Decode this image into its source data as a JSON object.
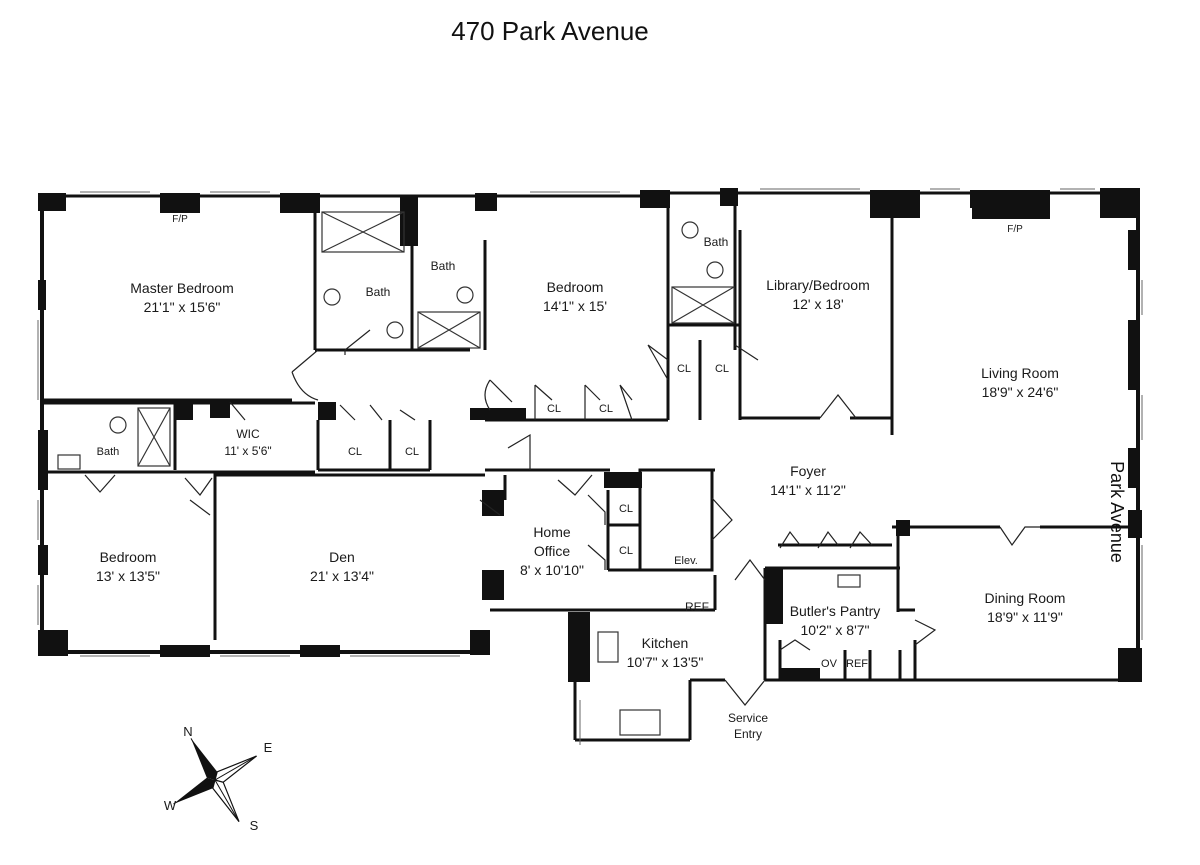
{
  "title": "470 Park Avenue",
  "street_label": "Park Avenue",
  "rooms": {
    "master_bedroom": {
      "name": "Master Bedroom",
      "dims": "21'1\" x 15'6\""
    },
    "master_bath": {
      "name": "Bath"
    },
    "bath2": {
      "name": "Bath"
    },
    "bedroom1": {
      "name": "Bedroom",
      "dims": "14'1\" x 15'"
    },
    "bath3": {
      "name": "Bath"
    },
    "library": {
      "name": "Library/Bedroom",
      "dims": "12' x 18'"
    },
    "living_room": {
      "name": "Living Room",
      "dims": "18'9\" x 24'6\""
    },
    "bath4": {
      "name": "Bath"
    },
    "wic": {
      "name": "WIC",
      "dims": "11' x 5'6\""
    },
    "foyer": {
      "name": "Foyer",
      "dims": "14'1\" x 11'2\""
    },
    "bedroom2": {
      "name": "Bedroom",
      "dims": "13' x 13'5\""
    },
    "den": {
      "name": "Den",
      "dims": "21' x 13'4\""
    },
    "home_office": {
      "name": "Home",
      "name2": "Office",
      "dims": "8' x 10'10\""
    },
    "kitchen": {
      "name": "Kitchen",
      "dims": "10'7\" x 13'5\""
    },
    "butlers_pantry": {
      "name": "Butler's Pantry",
      "dims": "10'2\" x 8'7\""
    },
    "dining_room": {
      "name": "Dining Room",
      "dims": "18'9\" x 11'9\""
    }
  },
  "fixtures": {
    "fp": "F/P",
    "cl": "CL",
    "elev": "Elev.",
    "ref": "REF",
    "ov": "OV",
    "service_entry": [
      "Service",
      "Entry"
    ]
  },
  "compass": {
    "n": "N",
    "e": "E",
    "s": "S",
    "w": "W"
  }
}
